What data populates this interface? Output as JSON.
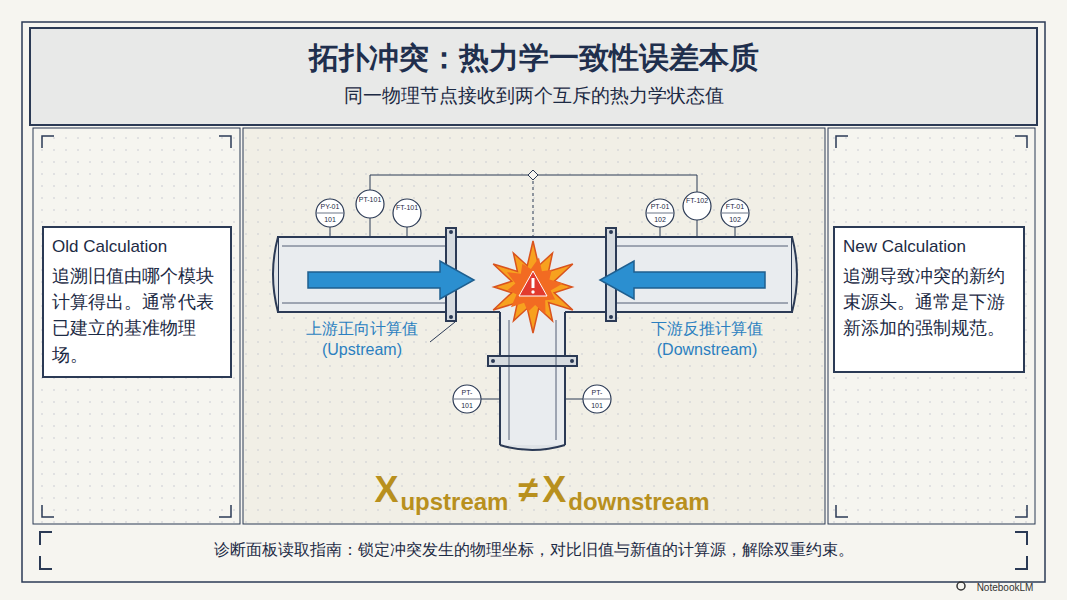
{
  "diagram": {
    "title": "拓扑冲突：热力学一致性误差本质",
    "nodes": [
      {
        "text": [
          "同一物理节点接收到两个互斥的热力学状态值"
        ]
      },
      {
        "text": [
          "Old Calculation",
          "追溯旧值由哪个模块计算得出。通常代表已建立的基准物理场。"
        ]
      },
      {
        "text": [
          "New Calculation",
          "追溯导致冲突的新约束源头。通常是下游新添加的强制规范。"
        ]
      },
      {
        "text": [
          "诊断面板读取指南：锁定冲突发生的物理坐标，对比旧值与新值的计算源，解除双重约束。"
        ]
      }
    ],
    "labels": [
      "PY-01",
      "101",
      "PT-101",
      "FT-101",
      "PT-01",
      "102",
      "FT-102",
      "FT-01",
      "102",
      "PT-",
      "101",
      "PT-",
      "101",
      "上游正向计算值 (Upstream)",
      "下游反推计算值 (Downstream)",
      "X",
      "upstream",
      "≠",
      "X",
      "downstream",
      "NotebookLM"
    ]
  }
}
